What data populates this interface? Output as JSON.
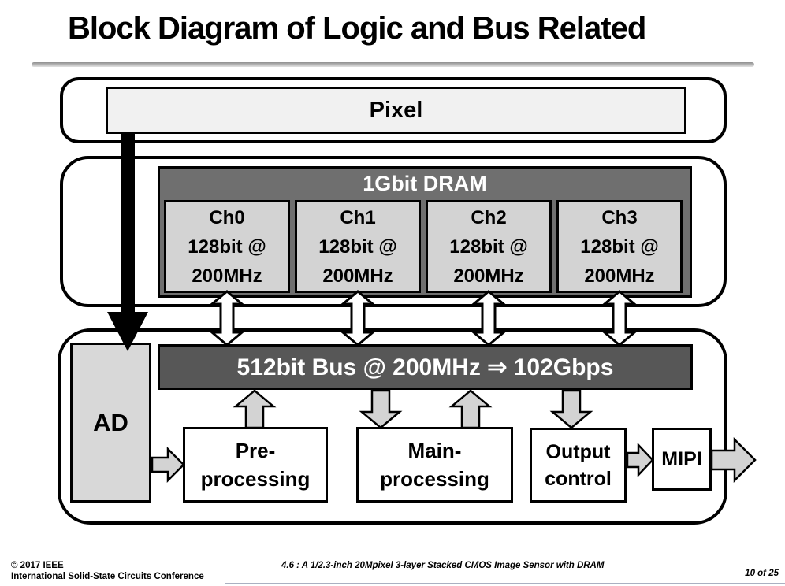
{
  "slide": {
    "title": "Block Diagram of Logic and Bus Related",
    "footer": {
      "copyright_line1": "© 2017 IEEE",
      "copyright_line2": "International Solid-State Circuits Conference",
      "paper_title": "4.6 : A 1/2.3-inch 20Mpixel 3-layer Stacked CMOS Image Sensor with DRAM",
      "page_indicator": "10 of 25"
    }
  },
  "diagram": {
    "pixel_layer": {
      "label": "Pixel"
    },
    "dram_layer": {
      "title": "1Gbit DRAM",
      "channels": [
        {
          "name": "Ch0",
          "width": "128bit @",
          "speed": "200MHz"
        },
        {
          "name": "Ch1",
          "width": "128bit @",
          "speed": "200MHz"
        },
        {
          "name": "Ch2",
          "width": "128bit @",
          "speed": "200MHz"
        },
        {
          "name": "Ch3",
          "width": "128bit @",
          "speed": "200MHz"
        }
      ]
    },
    "logic_layer": {
      "adc_label": "AD",
      "bus_label": "512bit Bus @ 200MHz ⇒ 102Gbps",
      "pre_block": {
        "line1": "Pre-",
        "line2": "processing"
      },
      "main_block": {
        "line1": "Main-",
        "line2": "processing"
      },
      "output_block": {
        "line1": "Output",
        "line2": "control"
      },
      "mipi_block": {
        "label": "MIPI"
      }
    },
    "arrows": {
      "pixel_to_ad": "black-down-arrow",
      "dram_to_bus": "white-double-arrow-x4",
      "bus_links": "gray-up-down-arrows",
      "chain": "gray-right-arrows"
    }
  },
  "colors": {
    "background": "#ffffff",
    "outline": "#000000",
    "pixel_bg": "#f1f1f1",
    "dram_header_bg": "#6f6f6f",
    "channel_bg": "#d3d3d3",
    "ad_bg": "#d8d8d8",
    "bus_bg": "#575757",
    "bus_text": "#ffffff",
    "gray_arrow": "#d3d3d3",
    "title_rule": "#8e8e8e"
  }
}
